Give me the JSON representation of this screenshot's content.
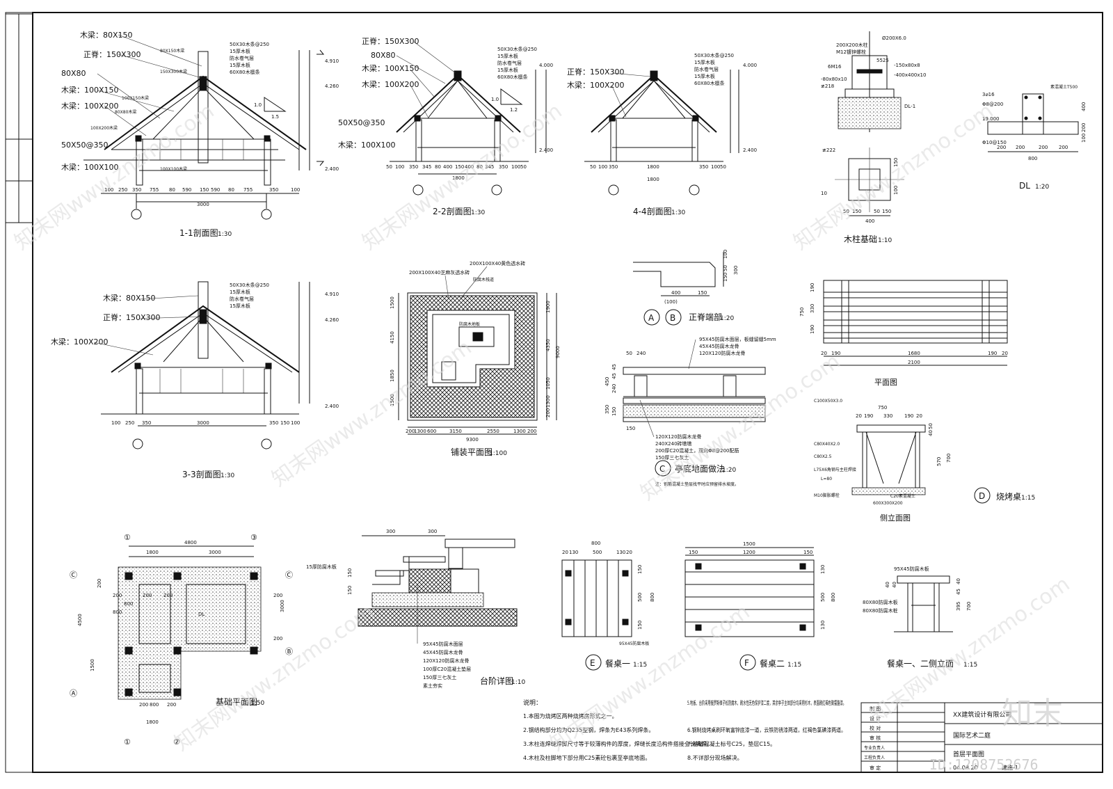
{
  "sections": {
    "s11": {
      "title": "1-1剖面图",
      "scale": "1:30",
      "labels": [
        "木梁：80X150",
        "正脊：150X300",
        "80X80",
        "木梁：100X150",
        "木梁：100X200",
        "50X50@350",
        "木梁：100X100"
      ],
      "dims": [
        "100",
        "250",
        "350",
        "755",
        "80",
        "590",
        "150",
        "590",
        "80",
        "755",
        "350",
        "100",
        "3000"
      ],
      "elev": [
        "4.910",
        "4.260",
        "2.400"
      ],
      "slope": [
        "1.0",
        "1.5"
      ],
      "right": [
        "50X30木条@250",
        "15厚木板",
        "防水卷气层",
        "15厚木板",
        "60X80木檩条"
      ],
      "small": [
        "80X150木梁",
        "150X300木梁",
        "100X150木梁",
        "80X80木梁",
        "100X200木梁",
        "100X100木梁"
      ]
    },
    "s22": {
      "title": "2-2剖面图",
      "scale": "1:30",
      "labels": [
        "正脊：150X300",
        "80X80",
        "木梁：100X150",
        "木梁：100X200",
        "50X50@350",
        "木梁：100X100"
      ],
      "dims": [
        "50",
        "100",
        "350",
        "345",
        "80",
        "400",
        "150",
        "400",
        "80",
        "345",
        "350",
        "100",
        "50",
        "1800"
      ],
      "elev": [
        "4.000",
        "2.400"
      ],
      "slope": [
        "1.0",
        "1.2"
      ],
      "right": [
        "50X30木条@250",
        "15厚木板",
        "防水卷气层",
        "15厚木板",
        "60X80木檩条"
      ]
    },
    "s44": {
      "title": "4-4剖面图",
      "scale": "1:30",
      "labels": [
        "正脊：150X300",
        "木梁：100X200"
      ],
      "dims": [
        "50",
        "100",
        "350",
        "1800",
        "350",
        "100",
        "50",
        "1800"
      ],
      "elev": [
        "4.000",
        "2.400"
      ],
      "right": [
        "50X30木条@250",
        "15厚木板",
        "防水卷气层",
        "15厚木板",
        "60X80木檩条"
      ]
    },
    "s33": {
      "title": "3-3剖面图",
      "scale": "1:30",
      "labels": [
        "木梁：80X150",
        "正脊：150X300",
        "木梁：100X200"
      ],
      "dims": [
        "100",
        "250",
        "350",
        "3000",
        "350",
        "150",
        "100"
      ],
      "elev": [
        "4.910",
        "4.260",
        "2.400"
      ],
      "right": [
        "50X30木条@250",
        "15厚木板",
        "防水卷气层",
        "15厚木板"
      ]
    },
    "footing": {
      "title": "木柱基础",
      "scale": "1:10",
      "labels": [
        "200X200木柱",
        "M12镀锌螺栓",
        "6M16",
        "-80x80x10",
        "≢218",
        "DL-1",
        "Ø200X6.0",
        "5525",
        "-150x80x8",
        "-400x400x10",
        "≢222"
      ],
      "dims": [
        "50",
        "150",
        "50",
        "150",
        "400",
        "150",
        "100",
        "10"
      ]
    },
    "dl": {
      "title": "DL",
      "scale": "1:20",
      "labels": [
        "3⌀16",
        "Φ8@200",
        "19.000",
        "Φ10@150",
        "素混凝土T500"
      ],
      "dims": [
        "200",
        "200",
        "200",
        "200",
        "800",
        "400",
        "200",
        "100"
      ]
    },
    "ridge": {
      "title": "正脊端部",
      "scale": "1:20",
      "marks": [
        "A",
        "B"
      ],
      "dims": [
        "400",
        "150",
        "(100)",
        "100",
        "50",
        "150",
        "300"
      ]
    },
    "paving": {
      "title": "铺装平面图",
      "scale": "1:100",
      "labels": [
        "200X100X40芝麻灰透水砖",
        "200X100X40黄色透水砖",
        "防腐木地板",
        "防腐木栈道"
      ],
      "dims": [
        "200",
        "1300",
        "600",
        "3150",
        "2550",
        "1300",
        "200",
        "9300",
        "1500",
        "4150",
        "1850",
        "1500",
        "1900",
        "4350",
        "1050",
        "1300",
        "200",
        "9000"
      ]
    },
    "pavilion": {
      "title": "亭底地面做法",
      "scale": "1:20",
      "mark": "C",
      "labels": [
        "95X45防腐木面层，板缝留缝5mm",
        "45X45防腐木龙骨",
        "120X120防腐木龙骨",
        "120X120防腐木龙骨",
        "240X240砖墩墩",
        "200厚C20混凝土，双向Φ8@200配筋",
        "150厚三七灰土",
        "注：钢筋混凝土垫层找平时应预留排水坡度。"
      ],
      "dims": [
        "50",
        "240",
        "450",
        "45",
        "45",
        "240",
        "150",
        "350",
        "150"
      ]
    },
    "bench": {
      "plan_title": "平面图",
      "side_title": "侧立面图",
      "title": "烧烤桌",
      "scale": "1:15",
      "mark": "D",
      "labels": [
        "C100X50X3.0",
        "C80X40X2.0",
        "C80X2.5",
        "L75X6角钢与主柱焊接",
        "L=80",
        "M10膨胀螺栓",
        "C20素混凝土",
        "600X300X200"
      ],
      "dims": [
        "190",
        "330",
        "190",
        "750",
        "20",
        "190",
        "1680",
        "190",
        "20",
        "2100",
        "750",
        "20",
        "190",
        "330",
        "190",
        "20",
        "50",
        "40",
        "570",
        "700"
      ]
    },
    "foundation": {
      "title": "基础平面图",
      "scale": "1:50",
      "axes": [
        "①",
        "③",
        "①",
        "②",
        "Ⓒ",
        "Ⓒ",
        "Ⓑ",
        "Ⓐ"
      ],
      "dims": [
        "1800",
        "4800",
        "3000",
        "200",
        "200",
        "800",
        "200",
        "200",
        "800",
        "200",
        "200",
        "3000",
        "4500",
        "1500",
        "200",
        "800",
        "200",
        "1800"
      ],
      "label": "DL"
    },
    "step": {
      "title": "台阶详图",
      "scale": "1:10",
      "labels": [
        "15厚防腐木板",
        "95X45防腐木面层",
        "45X45防腐木龙骨",
        "120X120防腐木龙骨",
        "100厚C20混凝土垫层",
        "150厚三七灰土",
        "素土夯实"
      ],
      "dims": [
        "300",
        "300",
        "150",
        "150"
      ]
    },
    "tableE": {
      "title": "餐桌一",
      "scale": "1:15",
      "mark": "E",
      "dims": [
        "800",
        "20",
        "130",
        "500",
        "130",
        "20",
        "150",
        "500",
        "150",
        "800"
      ],
      "label": "95X45防腐木板"
    },
    "tableF": {
      "title": "餐桌二",
      "scale": "1:15",
      "mark": "F",
      "dims": [
        "1500",
        "150",
        "1200",
        "150",
        "130",
        "500",
        "130",
        "800"
      ]
    },
    "tableSide": {
      "title": "餐桌一、二侧立面",
      "scale": "1:15",
      "labels": [
        "95X45防腐木板",
        "80X80防腐木板",
        "80X80防腐木桩"
      ],
      "dims": [
        "40",
        "40",
        "395",
        "700",
        "40",
        "45"
      ]
    }
  },
  "notes": {
    "heading": "说明：",
    "items": [
      "1.本图为烧烤区两种烧烤房形式之一。",
      "2.钢结构部分均为Q235型钢，焊条为E43系列焊条。",
      "3.木柱连焊缝焊脚尺寸等于较薄构件的厚度，焊缝长度沿构件搭接全长满焊。",
      "4.木柱及柱脚地下部分用C25素砼包裹至亭底地面。",
      "5.地板、台阶采用俄罗斯樟子松防腐木，刷水性无色保护漆二度，其余亭子主体部分均采用杉木，表面刷红褐色聚氨酯漆。",
      "6.钢制烧烤桌刷环氧富锌底漆一道，云铁防锈漆两道，红褐色氯磺漆两道。",
      "7.基础混凝土标号C25，垫层C15。",
      "8.不详部分现场解决。"
    ]
  },
  "titleblock": {
    "rows": [
      "制 图",
      "设 计",
      "校 对",
      "审 核",
      "专业负责人",
      "工程负责人",
      "审 定"
    ],
    "company": "XX建筑设计有限公司",
    "project": "国际艺术二庭",
    "drawing": "首层平面图",
    "date": "04.08.20",
    "sheet": "建施-1"
  },
  "watermarks": {
    "site": "知末网www.znzmo.com",
    "logo": "知末",
    "id": "ID:1208752676"
  }
}
